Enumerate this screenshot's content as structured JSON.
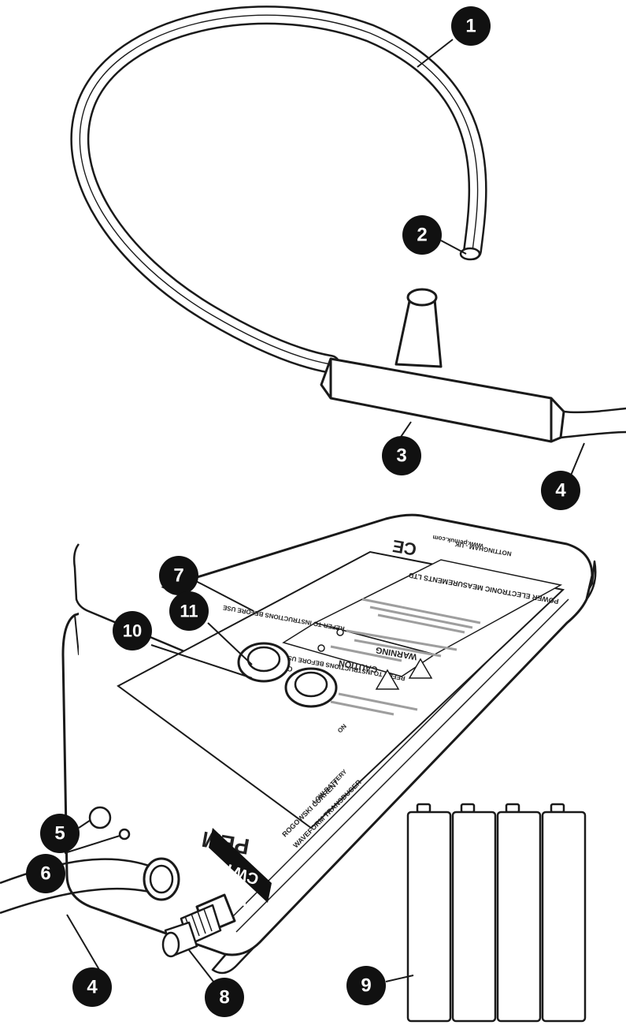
{
  "callouts": [
    {
      "id": "c1",
      "label": "1"
    },
    {
      "id": "c2",
      "label": "2"
    },
    {
      "id": "c3",
      "label": "3"
    },
    {
      "id": "c4a",
      "label": "4"
    },
    {
      "id": "c4b",
      "label": "4"
    },
    {
      "id": "c5",
      "label": "5"
    },
    {
      "id": "c6",
      "label": "6"
    },
    {
      "id": "c7",
      "label": "7"
    },
    {
      "id": "c8",
      "label": "8"
    },
    {
      "id": "c9",
      "label": "9"
    },
    {
      "id": "c10",
      "label": "10"
    },
    {
      "id": "c11",
      "label": "11"
    }
  ],
  "unit": {
    "brand_badge": "CWT",
    "logo": "PEM",
    "product_line1": "ROGOWSKI CURRENT",
    "product_line2": "WAVEFORM TRANSDUCER",
    "indicator_low_battery": "LOW BATTERY",
    "indicator_on": "ON",
    "switch_marks": "O  I",
    "caution_title": "CAUTION",
    "caution_text": "REFER TO INSTRUCTIONS BEFORE USE",
    "warning_title": "WARNING",
    "company_line1": "POWER ELECTRONIC MEASUREMENTS LTD",
    "company_line2": "NOTTINGHAM - UK",
    "website": "www.pemuk.com",
    "ce_mark": "CE"
  },
  "colors": {
    "outline": "#1a1a1a",
    "callout_fill": "#111111",
    "body_fill": "#ffffff",
    "shade": "#bdbdbd"
  },
  "icons": {
    "battery": "battery-icon",
    "caution": "warning-triangle-icon",
    "bnc": "bnc-connector-icon"
  }
}
